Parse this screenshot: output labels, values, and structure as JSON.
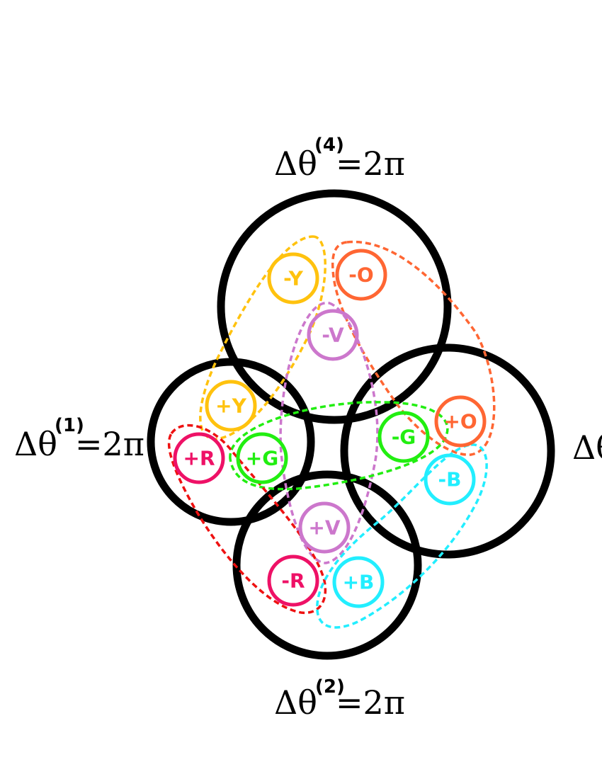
{
  "domains": [
    {
      "id": "4",
      "label_base": "Δθ",
      "label_sup": "(4)",
      "label_rest": "=2π"
    },
    {
      "id": "1",
      "label_base": "Δθ",
      "label_sup": "(1)",
      "label_rest": "=2π"
    },
    {
      "id": "3",
      "label_base": "Δθ",
      "label_sup": "",
      "label_rest": ""
    },
    {
      "id": "2",
      "label_base": "Δθ",
      "label_sup": "(2)",
      "label_rest": "=2π"
    }
  ],
  "charges": {
    "minus_y": {
      "text": "-Y",
      "color": "#FFC20E"
    },
    "minus_o": {
      "text": "-O",
      "color": "#FF6633"
    },
    "minus_v": {
      "text": "-V",
      "color": "#CC77CC"
    },
    "plus_y": {
      "text": "+Y",
      "color": "#FFC20E"
    },
    "plus_r": {
      "text": "+R",
      "color": "#EE1166"
    },
    "plus_g": {
      "text": "+G",
      "color": "#22EE11"
    },
    "minus_g": {
      "text": "-G",
      "color": "#22EE11"
    },
    "plus_o": {
      "text": "+O",
      "color": "#FF6633"
    },
    "minus_b": {
      "text": "-B",
      "color": "#22EEFF"
    },
    "plus_v": {
      "text": "+V",
      "color": "#CC77CC"
    },
    "minus_r": {
      "text": "-R",
      "color": "#EE1166"
    },
    "plus_b": {
      "text": "+B",
      "color": "#22EEFF"
    }
  },
  "loop_colors": {
    "yellow": "#FFC20E",
    "orange": "#FF6633",
    "violet": "#CC77CC",
    "green": "#22EE11",
    "red": "#EE1111",
    "cyan": "#22EEFF"
  }
}
